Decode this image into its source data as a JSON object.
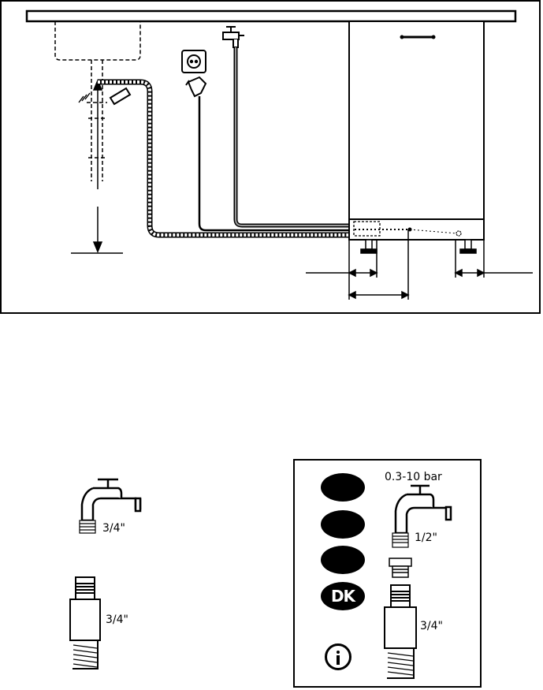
{
  "tap_a": {
    "thread_label": "3/4\""
  },
  "hose_a": {
    "thread_label": "3/4\""
  },
  "panel": {
    "pressure_label": "0.3-10 bar",
    "tap_thread_label": "1/2\"",
    "hose_thread_label": "3/4\"",
    "badges": [
      {
        "label": ""
      },
      {
        "label": ""
      },
      {
        "label": ""
      },
      {
        "label": "DK"
      }
    ],
    "info_icon": "info-icon"
  }
}
